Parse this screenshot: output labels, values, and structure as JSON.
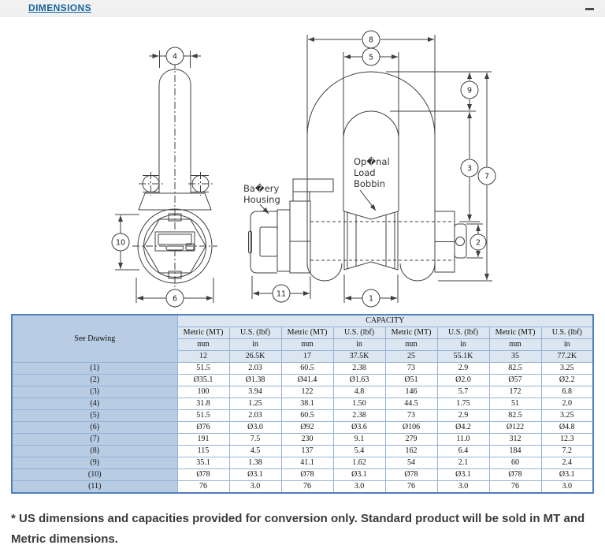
{
  "panel": {
    "title": "DIMENSIONS"
  },
  "drawing": {
    "callouts": [
      "1",
      "2",
      "3",
      "4",
      "5",
      "6",
      "7",
      "8",
      "9",
      "10",
      "11"
    ],
    "labels": {
      "battery_line1": "Ba�ery",
      "battery_line2": "Housing",
      "bobbin_line1": "Op�nal",
      "bobbin_line2": "Load",
      "bobbin_line3": "Bobbin"
    }
  },
  "table": {
    "capacity_header": "CAPACITY",
    "see_drawing": "See Drawing",
    "col_types": [
      "Metric (MT)",
      "U.S. (lbf)",
      "Metric (MT)",
      "U.S. (lbf)",
      "Metric (MT)",
      "U.S. (lbf)",
      "Metric (MT)",
      "U.S. (lbf)"
    ],
    "col_units": [
      "mm",
      "in",
      "mm",
      "in",
      "mm",
      "in",
      "mm",
      "in"
    ],
    "capacities": [
      "12",
      "26.5K",
      "17",
      "37.5K",
      "25",
      "55.1K",
      "35",
      "77.2K"
    ],
    "rows": [
      {
        "label": "(1)",
        "values": [
          "51.5",
          "2.03",
          "60.5",
          "2.38",
          "73",
          "2.9",
          "82.5",
          "3.25"
        ]
      },
      {
        "label": "(2)",
        "values": [
          "Ø35.1",
          "Ø1.38",
          "Ø41.4",
          "Ø1.63",
          "Ø51",
          "Ø2.0",
          "Ø57",
          "Ø2.2"
        ]
      },
      {
        "label": "(3)",
        "values": [
          "100",
          "3.94",
          "122",
          "4.8",
          "146",
          "5.7",
          "172",
          "6.8"
        ]
      },
      {
        "label": "(4)",
        "values": [
          "31.8",
          "1.25",
          "38.1",
          "1.50",
          "44.5",
          "1.75",
          "51",
          "2.0"
        ]
      },
      {
        "label": "(5)",
        "values": [
          "51.5",
          "2.03",
          "60.5",
          "2.38",
          "73",
          "2.9",
          "82.5",
          "3.25"
        ]
      },
      {
        "label": "(6)",
        "values": [
          "Ø76",
          "Ø3.0",
          "Ø92",
          "Ø3.6",
          "Ø106",
          "Ø4.2",
          "Ø122",
          "Ø4.8"
        ]
      },
      {
        "label": "(7)",
        "values": [
          "191",
          "7.5",
          "230",
          "9.1",
          "279",
          "11.0",
          "312",
          "12.3"
        ]
      },
      {
        "label": "(8)",
        "values": [
          "115",
          "4.5",
          "137",
          "5.4",
          "162",
          "6.4",
          "184",
          "7.2"
        ]
      },
      {
        "label": "(9)",
        "values": [
          "35.1",
          "1.38",
          "41.1",
          "1.62",
          "54",
          "2.1",
          "60",
          "2.4"
        ]
      },
      {
        "label": "(10)",
        "values": [
          "Ø78",
          "Ø3.1",
          "Ø78",
          "Ø3.1",
          "Ø78",
          "Ø3.1",
          "Ø78",
          "Ø3.1"
        ]
      },
      {
        "label": "(11)",
        "values": [
          "76",
          "3.0",
          "76",
          "3.0",
          "76",
          "3.0",
          "76",
          "3.0"
        ]
      }
    ]
  },
  "footnote": "* US dimensions and capacities provided for conversion only. Standard product will be sold in MT and Metric dimensions.",
  "colors": {
    "accent_blue": "#16639f",
    "table_outer_border": "#4f81bd",
    "table_border": "#95b3d7",
    "table_header_bg": "#dce6f1",
    "table_label_bg": "#b8cce4",
    "line_color": "#3f3f3f"
  }
}
